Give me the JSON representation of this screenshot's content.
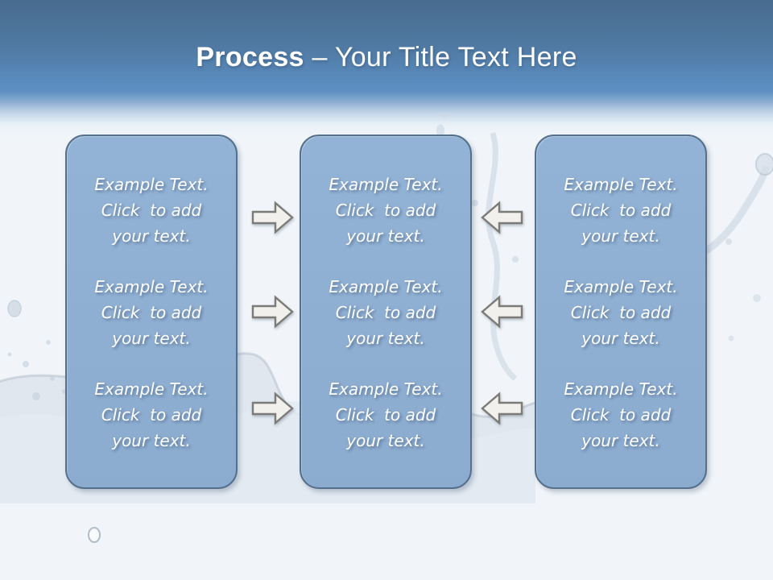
{
  "slide": {
    "title": {
      "bold": "Process",
      "rest": "– Your Title Text Here"
    },
    "boxes": [
      {
        "id": "left",
        "placeholders": [
          "Example Text.\nClick  to add\nyour text.",
          "Example Text.\nClick  to add\nyour text.",
          "Example Text.\nClick  to add\nyour text."
        ]
      },
      {
        "id": "center",
        "placeholders": [
          "Example Text.\nClick  to add\nyour text.",
          "Example Text.\nClick  to add\nyour text.",
          "Example Text.\nClick  to add\nyour text."
        ]
      },
      {
        "id": "right",
        "placeholders": [
          "Example Text.\nClick  to add\nyour text.",
          "Example Text.\nClick  to add\nyour text.",
          "Example Text.\nClick  to add\nyour text."
        ]
      }
    ],
    "arrows": {
      "right_arrows": 3,
      "left_arrows": 3
    },
    "icons": {
      "forward": "arrow-right",
      "backward": "arrow-left"
    },
    "colors": {
      "header_top": "#486B8E",
      "header_blue": "#5E90C3",
      "canvas": "#F1F5F9",
      "box_fill": "#8FAFD3",
      "box_border": "#54708C",
      "text": "#FFFFFF",
      "arrow_fill": "#F1F0ED",
      "arrow_stroke": "#7B7B78"
    }
  }
}
